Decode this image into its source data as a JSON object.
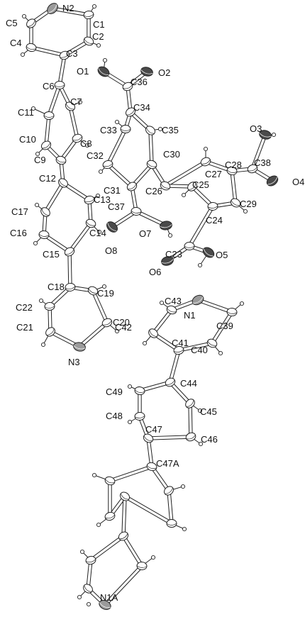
{
  "colors": {
    "background": "#ffffff",
    "bond": "#222222",
    "atom_fill": "#ffffff",
    "hydrogen_fill": "#ffffff",
    "oxygen_fill": "#4a4a4a",
    "nitrogen_fill": "#9a9a9a"
  },
  "atoms": [
    {
      "id": "N2",
      "label": "N2",
      "element": "N"
    },
    {
      "id": "C1",
      "label": "C1",
      "element": "C"
    },
    {
      "id": "C2",
      "label": "C2",
      "element": "C"
    },
    {
      "id": "C3",
      "label": "C3",
      "element": "C"
    },
    {
      "id": "C4",
      "label": "C4",
      "element": "C"
    },
    {
      "id": "C5",
      "label": "C5",
      "element": "C"
    },
    {
      "id": "C6",
      "label": "C6",
      "element": "C"
    },
    {
      "id": "C7",
      "label": "C7",
      "element": "C"
    },
    {
      "id": "C8",
      "label": "C8",
      "element": "C"
    },
    {
      "id": "C9",
      "label": "C9",
      "element": "C"
    },
    {
      "id": "C10",
      "label": "C10",
      "element": "C"
    },
    {
      "id": "C11",
      "label": "C11",
      "element": "C"
    },
    {
      "id": "C12",
      "label": "C12",
      "element": "C"
    },
    {
      "id": "C13",
      "label": "C13",
      "element": "C"
    },
    {
      "id": "C14",
      "label": "C14",
      "element": "C"
    },
    {
      "id": "C15",
      "label": "C15",
      "element": "C"
    },
    {
      "id": "C16",
      "label": "C16",
      "element": "C"
    },
    {
      "id": "C17",
      "label": "C17",
      "element": "C"
    },
    {
      "id": "C18",
      "label": "C18",
      "element": "C"
    },
    {
      "id": "C19",
      "label": "C19",
      "element": "C"
    },
    {
      "id": "C20",
      "label": "C20",
      "element": "C"
    },
    {
      "id": "N3",
      "label": "N3",
      "element": "N"
    },
    {
      "id": "C21",
      "label": "C21",
      "element": "C"
    },
    {
      "id": "C22",
      "label": "C22",
      "element": "C"
    },
    {
      "id": "O1",
      "label": "O1",
      "element": "O"
    },
    {
      "id": "C36",
      "label": "C36",
      "element": "C"
    },
    {
      "id": "O2",
      "label": "O2",
      "element": "O"
    },
    {
      "id": "C34",
      "label": "C34",
      "element": "C"
    },
    {
      "id": "C33",
      "label": "C33",
      "element": "C"
    },
    {
      "id": "C35",
      "label": "C35",
      "element": "C"
    },
    {
      "id": "C32",
      "label": "C32",
      "element": "C"
    },
    {
      "id": "C30",
      "label": "C30",
      "element": "C"
    },
    {
      "id": "C31",
      "label": "C31",
      "element": "C"
    },
    {
      "id": "C37",
      "label": "C37",
      "element": "C"
    },
    {
      "id": "O8",
      "label": "O8",
      "element": "O"
    },
    {
      "id": "O7",
      "label": "O7",
      "element": "O"
    },
    {
      "id": "C26",
      "label": "C26",
      "element": "C"
    },
    {
      "id": "C27",
      "label": "C27",
      "element": "C"
    },
    {
      "id": "C28",
      "label": "C28",
      "element": "C"
    },
    {
      "id": "C25",
      "label": "C25",
      "element": "C"
    },
    {
      "id": "C24",
      "label": "C24",
      "element": "C"
    },
    {
      "id": "C29",
      "label": "C29",
      "element": "C"
    },
    {
      "id": "C38",
      "label": "C38",
      "element": "C"
    },
    {
      "id": "O3",
      "label": "O3",
      "element": "O"
    },
    {
      "id": "O4",
      "label": "O4",
      "element": "O"
    },
    {
      "id": "C23",
      "label": "C23",
      "element": "C"
    },
    {
      "id": "O5",
      "label": "O5",
      "element": "O"
    },
    {
      "id": "O6",
      "label": "O6",
      "element": "O"
    },
    {
      "id": "C43",
      "label": "C43",
      "element": "C"
    },
    {
      "id": "N1",
      "label": "N1",
      "element": "N"
    },
    {
      "id": "C39",
      "label": "C39",
      "element": "C"
    },
    {
      "id": "C42",
      "label": "C42",
      "element": "C"
    },
    {
      "id": "C41",
      "label": "C41",
      "element": "C"
    },
    {
      "id": "C40",
      "label": "C40",
      "element": "C"
    },
    {
      "id": "C44",
      "label": "C44",
      "element": "C"
    },
    {
      "id": "C49",
      "label": "C49",
      "element": "C"
    },
    {
      "id": "C45",
      "label": "C45",
      "element": "C"
    },
    {
      "id": "C48",
      "label": "C48",
      "element": "C"
    },
    {
      "id": "C47",
      "label": "C47",
      "element": "C"
    },
    {
      "id": "C46",
      "label": "C46",
      "element": "C"
    },
    {
      "id": "C47A",
      "label": "C47A",
      "element": "C"
    },
    {
      "id": "u1",
      "label": "",
      "element": "C"
    },
    {
      "id": "u2",
      "label": "",
      "element": "C"
    },
    {
      "id": "u3",
      "label": "",
      "element": "C"
    },
    {
      "id": "u4",
      "label": "",
      "element": "C"
    },
    {
      "id": "u5",
      "label": "",
      "element": "C"
    },
    {
      "id": "u6",
      "label": "",
      "element": "C"
    },
    {
      "id": "u7",
      "label": "",
      "element": "C"
    },
    {
      "id": "u8",
      "label": "",
      "element": "C"
    },
    {
      "id": "u9",
      "label": "",
      "element": "C"
    },
    {
      "id": "N1A",
      "label": "N1A",
      "element": "N"
    }
  ],
  "bonds": [
    [
      "N2",
      "C1"
    ],
    [
      "C1",
      "C2"
    ],
    [
      "C2",
      "C3"
    ],
    [
      "C3",
      "C4"
    ],
    [
      "C4",
      "C5"
    ],
    [
      "C5",
      "N2"
    ],
    [
      "C3",
      "C6"
    ],
    [
      "C6",
      "C7"
    ],
    [
      "C7",
      "C8"
    ],
    [
      "C8",
      "C9"
    ],
    [
      "C9",
      "C10"
    ],
    [
      "C10",
      "C11"
    ],
    [
      "C11",
      "C6"
    ],
    [
      "C9",
      "C12"
    ],
    [
      "C12",
      "C13"
    ],
    [
      "C13",
      "C14"
    ],
    [
      "C14",
      "C15"
    ],
    [
      "C15",
      "C16"
    ],
    [
      "C16",
      "C17"
    ],
    [
      "C17",
      "C12"
    ],
    [
      "C15",
      "C18"
    ],
    [
      "C18",
      "C19"
    ],
    [
      "C19",
      "C20"
    ],
    [
      "C20",
      "N3"
    ],
    [
      "N3",
      "C21"
    ],
    [
      "C21",
      "C22"
    ],
    [
      "C22",
      "C18"
    ],
    [
      "O1",
      "C36"
    ],
    [
      "C36",
      "O2"
    ],
    [
      "C36",
      "C34"
    ],
    [
      "C34",
      "C33"
    ],
    [
      "C34",
      "C35"
    ],
    [
      "C35",
      "C30"
    ],
    [
      "C33",
      "C32"
    ],
    [
      "C32",
      "C31"
    ],
    [
      "C31",
      "C30"
    ],
    [
      "C31",
      "C37"
    ],
    [
      "C37",
      "O8"
    ],
    [
      "C37",
      "O7"
    ],
    [
      "C30",
      "C26"
    ],
    [
      "C26",
      "C27"
    ],
    [
      "C27",
      "C28"
    ],
    [
      "C28",
      "C29"
    ],
    [
      "C29",
      "C24"
    ],
    [
      "C24",
      "C25"
    ],
    [
      "C25",
      "C26"
    ],
    [
      "C28",
      "C38"
    ],
    [
      "C38",
      "O3"
    ],
    [
      "C38",
      "O4"
    ],
    [
      "C24",
      "C23"
    ],
    [
      "C23",
      "O5"
    ],
    [
      "C23",
      "O6"
    ],
    [
      "C43",
      "N1"
    ],
    [
      "N1",
      "C39"
    ],
    [
      "C39",
      "C40"
    ],
    [
      "C40",
      "C41"
    ],
    [
      "C41",
      "C42"
    ],
    [
      "C42",
      "C43"
    ],
    [
      "C41",
      "C44"
    ],
    [
      "C44",
      "C45"
    ],
    [
      "C45",
      "C46"
    ],
    [
      "C46",
      "C47"
    ],
    [
      "C47",
      "C48"
    ],
    [
      "C48",
      "C49"
    ],
    [
      "C49",
      "C44"
    ],
    [
      "C47",
      "C47A"
    ],
    [
      "C47A",
      "u1"
    ],
    [
      "u1",
      "u2"
    ],
    [
      "u2",
      "u3"
    ],
    [
      "u3",
      "u4"
    ],
    [
      "u4",
      "u5"
    ],
    [
      "u5",
      "C47A"
    ],
    [
      "u3",
      "u6"
    ],
    [
      "u6",
      "u7"
    ],
    [
      "u7",
      "N1A"
    ],
    [
      "N1A",
      "u8"
    ],
    [
      "u8",
      "u9"
    ],
    [
      "u9",
      "u6"
    ]
  ],
  "hydrogens": [
    {
      "on": "C1"
    },
    {
      "on": "C2"
    },
    {
      "on": "C4"
    },
    {
      "on": "C5"
    },
    {
      "on": "C7"
    },
    {
      "on": "C8"
    },
    {
      "on": "C10"
    },
    {
      "on": "C11"
    },
    {
      "on": "C13"
    },
    {
      "on": "C14"
    },
    {
      "on": "C16"
    },
    {
      "on": "C17"
    },
    {
      "on": "C19"
    },
    {
      "on": "C20"
    },
    {
      "on": "C21"
    },
    {
      "on": "C22"
    },
    {
      "on": "O1"
    },
    {
      "on": "C33"
    },
    {
      "on": "C35"
    },
    {
      "on": "C32"
    },
    {
      "on": "O7"
    },
    {
      "on": "C27"
    },
    {
      "on": "C25"
    },
    {
      "on": "C29"
    },
    {
      "on": "O3"
    },
    {
      "on": "O5"
    },
    {
      "on": "C43"
    },
    {
      "on": "C39"
    },
    {
      "on": "C42"
    },
    {
      "on": "C40"
    },
    {
      "on": "C49"
    },
    {
      "on": "C45"
    },
    {
      "on": "C48"
    },
    {
      "on": "C46"
    },
    {
      "on": "u1"
    },
    {
      "on": "u2"
    },
    {
      "on": "u4"
    },
    {
      "on": "u5"
    },
    {
      "on": "u7"
    },
    {
      "on": "u8"
    },
    {
      "on": "u9"
    },
    {
      "on": "N1A_left"
    }
  ]
}
